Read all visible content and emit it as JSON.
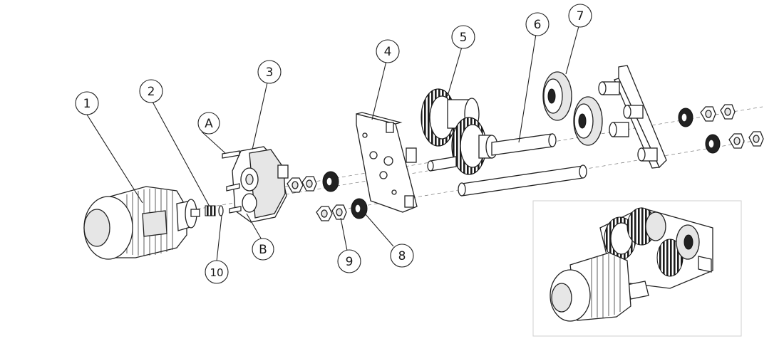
{
  "callouts": [
    {
      "id": "part-1",
      "text": "1"
    },
    {
      "id": "part-2",
      "text": "2"
    },
    {
      "id": "part-3",
      "text": "3"
    },
    {
      "id": "part-A",
      "text": "A"
    },
    {
      "id": "part-B",
      "text": "B"
    },
    {
      "id": "part-4",
      "text": "4"
    },
    {
      "id": "part-5",
      "text": "5"
    },
    {
      "id": "part-6",
      "text": "6"
    },
    {
      "id": "part-7",
      "text": "7"
    },
    {
      "id": "part-8",
      "text": "8"
    },
    {
      "id": "part-9",
      "text": "9"
    },
    {
      "id": "part-10",
      "text": "10"
    }
  ]
}
